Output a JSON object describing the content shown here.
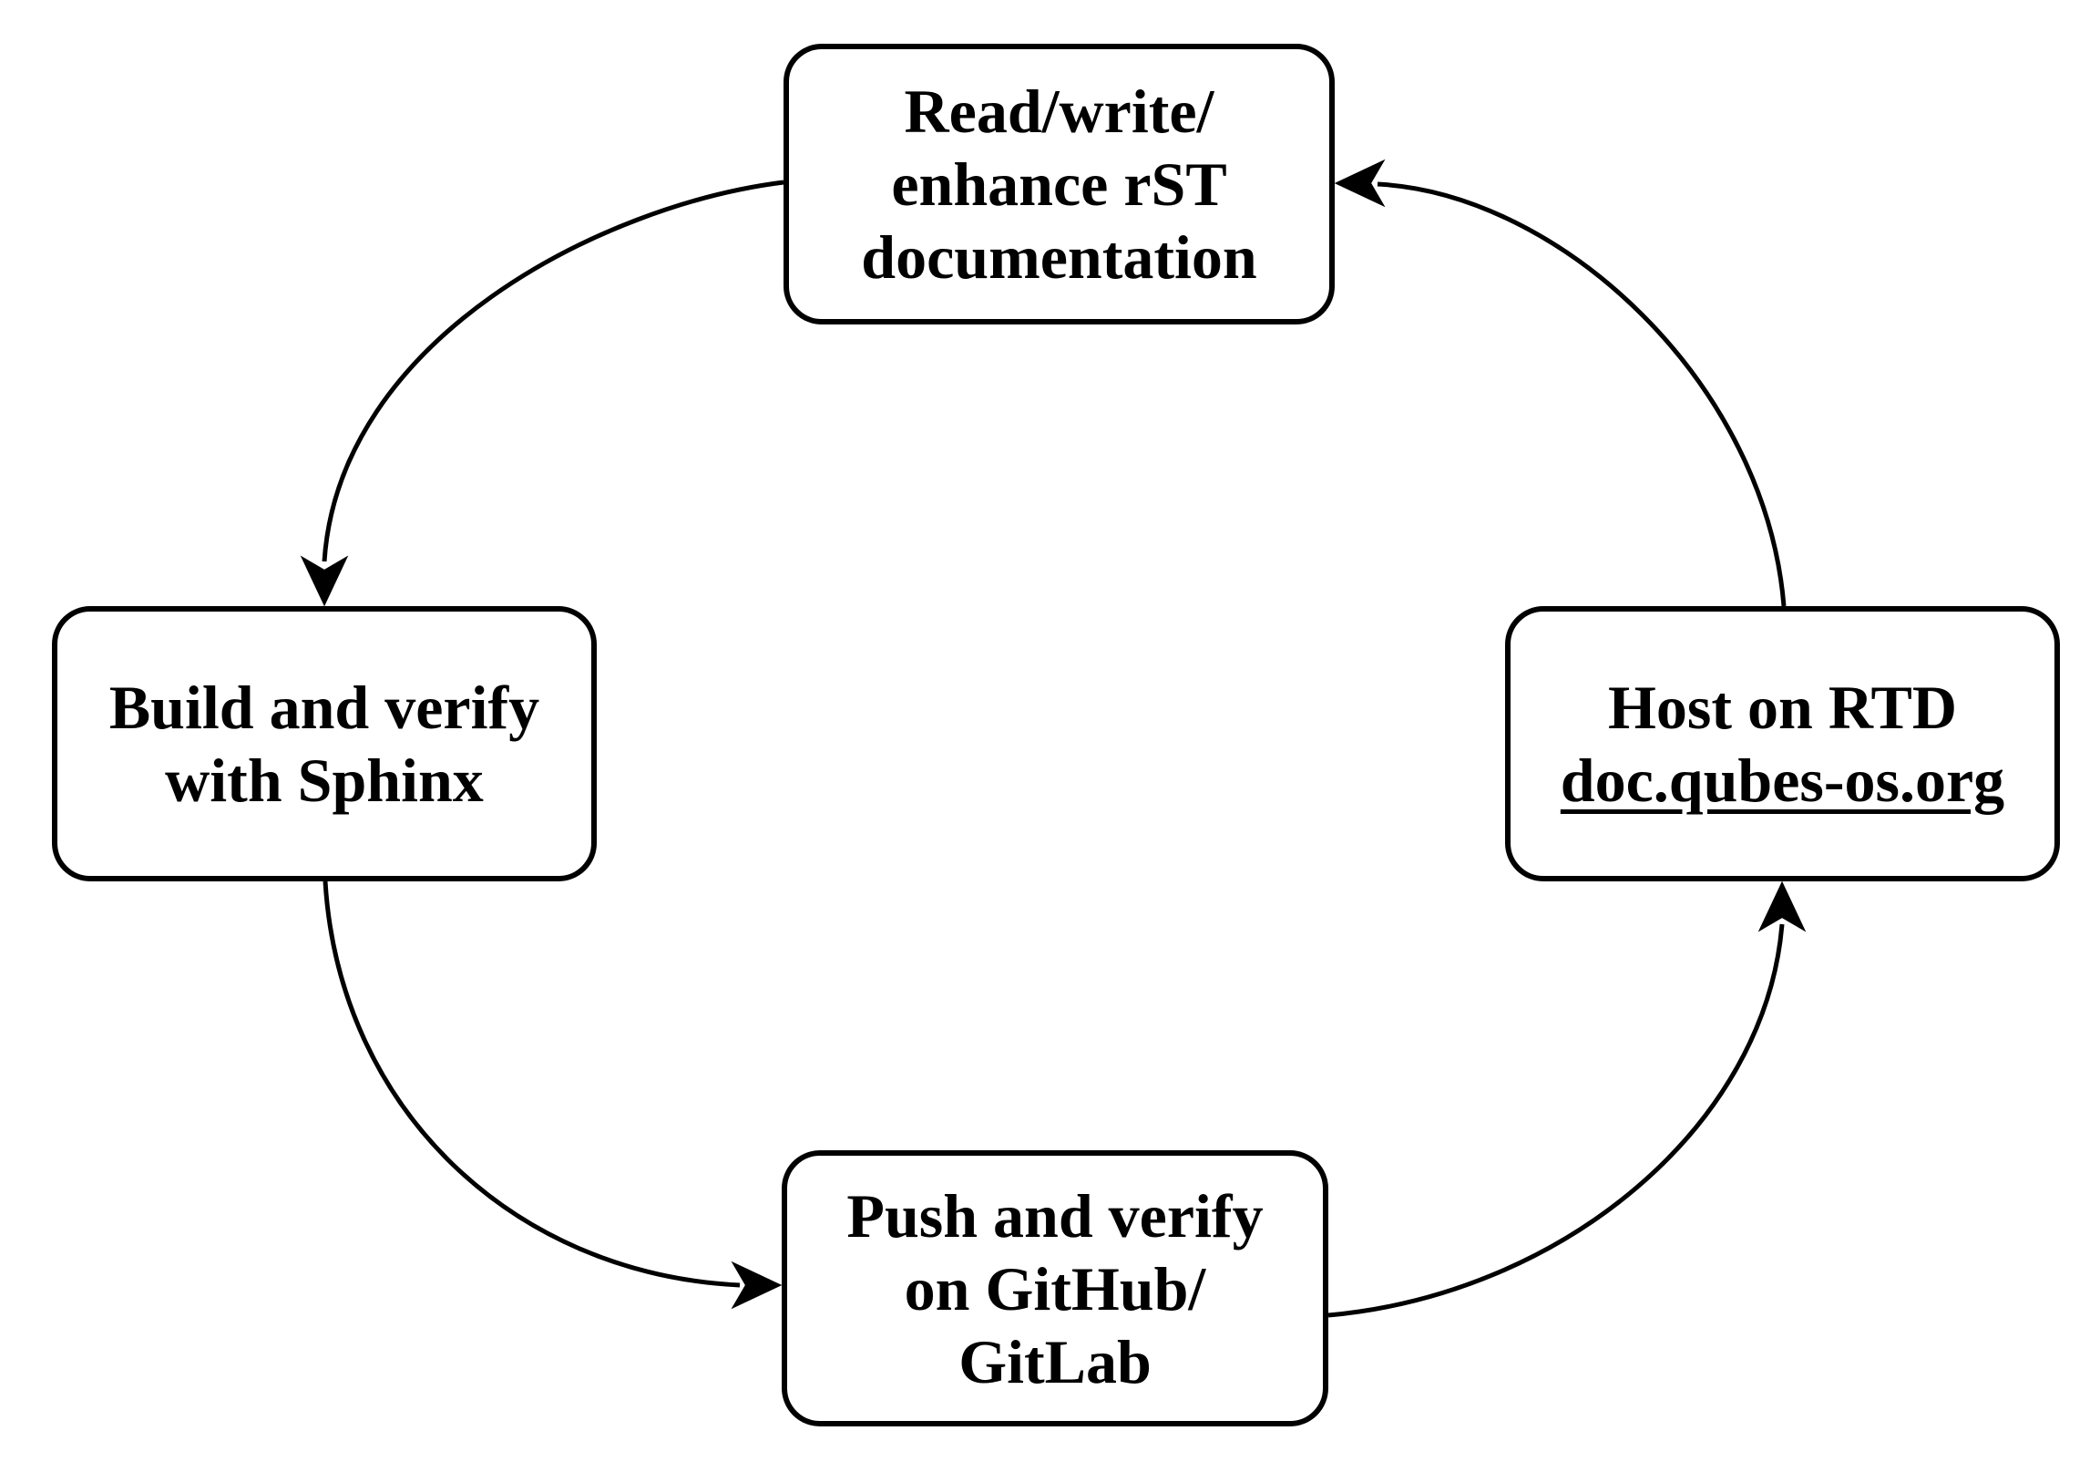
{
  "diagram": {
    "type": "cycle-flowchart",
    "background_color": "#ffffff",
    "stroke_color": "#000000",
    "text_color": "#000000",
    "nodes": [
      {
        "id": "read-write-rst",
        "lines": [
          "Read/write/",
          "enhance rST",
          "documentation"
        ]
      },
      {
        "id": "build-sphinx",
        "lines": [
          "Build and verify",
          "with Sphinx"
        ]
      },
      {
        "id": "push-github-gitlab",
        "lines": [
          "Push and verify",
          "on GitHub/",
          "GitLab"
        ]
      },
      {
        "id": "host-rtd",
        "lines": [
          "Host on RTD"
        ],
        "link": "doc.qubes-os.org"
      }
    ],
    "edges": [
      {
        "from": "read-write-rst",
        "to": "build-sphinx"
      },
      {
        "from": "build-sphinx",
        "to": "push-github-gitlab"
      },
      {
        "from": "push-github-gitlab",
        "to": "host-rtd"
      },
      {
        "from": "host-rtd",
        "to": "read-write-rst"
      }
    ]
  }
}
